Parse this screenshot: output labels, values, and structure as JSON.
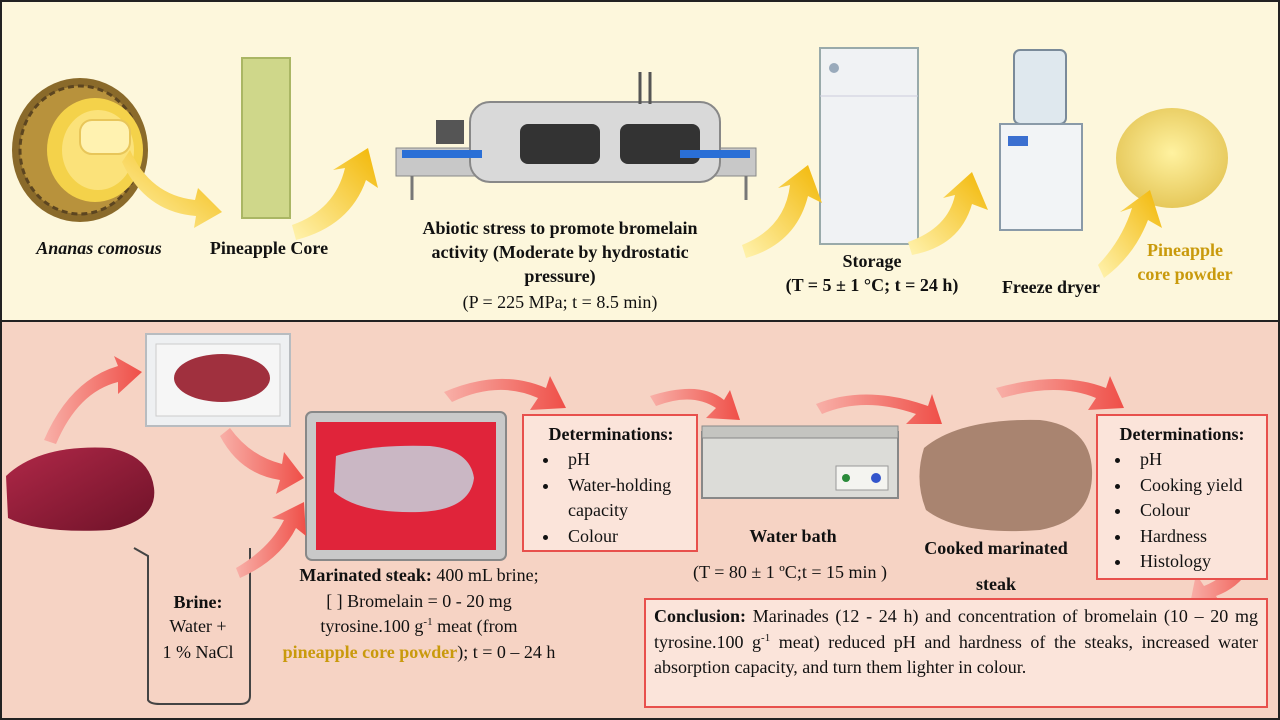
{
  "top": {
    "ananas": "Ananas comosus",
    "core": "Pineapple  Core",
    "hpp_title_line1": "Abiotic stress to promote bromelain",
    "hpp_title_line2": "activity (Moderate by hydrostatic",
    "hpp_title_line3": "pressure)",
    "hpp_params": "(P = 225 MPa;  t = 8.5 min)",
    "storage_title": "Storage",
    "storage_params": "(T = 5 ± 1 °C; t = 24 h)",
    "freeze": "Freeze dryer",
    "powder_line1": "Pineapple",
    "powder_line2": "core powder"
  },
  "bottom": {
    "brine_title": "Brine:",
    "brine_line1": "Water +",
    "brine_line2": "1 % NaCl",
    "marinated_title": "Marinated  steak:",
    "marinated_part1": " 400 mL brine;",
    "marinated_line2": "[ ] Bromelain = 0 - 20 mg",
    "marinated_line3a": "tyrosine.100  g",
    "marinated_sup": "-1",
    "marinated_line3b": " meat (from",
    "marinated_highlight": "pineapple  core powder",
    "marinated_line4b": ");  t = 0 – 24 h",
    "det1": {
      "title": "Determinations:",
      "items": [
        "pH",
        "Water-holding",
        "capacity",
        "Colour"
      ]
    },
    "waterbath_title": "Water bath",
    "waterbath_params": "(T = 80 ± 1 ºC;t = 15 min )",
    "cooked_line1": "Cooked marinated",
    "cooked_line2": "steak",
    "det2": {
      "title": "Determinations:",
      "items": [
        "pH",
        "Cooking yield",
        "Colour",
        "Hardness",
        "Histology"
      ]
    },
    "conclusion_label": "Conclusion:",
    "conclusion_a": " Marinades (12 - 24 h) and concentration of bromelain (10 – 20 mg tyrosine.100 g",
    "conclusion_sup": "-1",
    "conclusion_b": " meat) reduced pH and hardness of the steaks, increased water absorption capacity, and turn them lighter in colour."
  },
  "colors": {
    "top_bg": "#fdf7dc",
    "bottom_bg": "#f6d3c4",
    "gold_arrow": "#f2b705",
    "red_arrow": "#f0605a",
    "box_border": "#e8504c",
    "powder_text": "#c99a0c"
  }
}
